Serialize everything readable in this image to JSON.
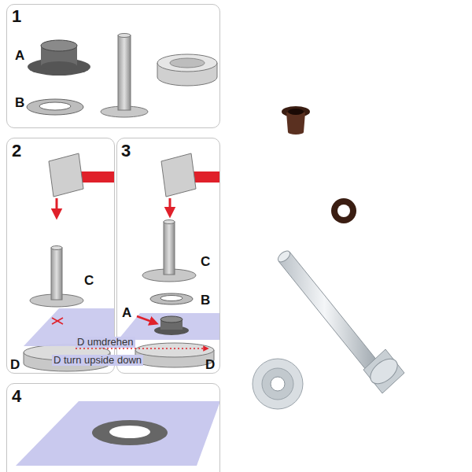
{
  "diagram": {
    "nodes": [
      {
        "text": [
          "1",
          "A",
          "B"
        ]
      },
      {
        "text": [
          "2",
          "C",
          "D"
        ]
      },
      {
        "text": [
          "3",
          "C",
          "B",
          "A",
          "D"
        ]
      },
      {
        "text": [
          "4"
        ]
      }
    ],
    "labels": [
      "D umdrehen",
      "D turn upside down"
    ]
  }
}
